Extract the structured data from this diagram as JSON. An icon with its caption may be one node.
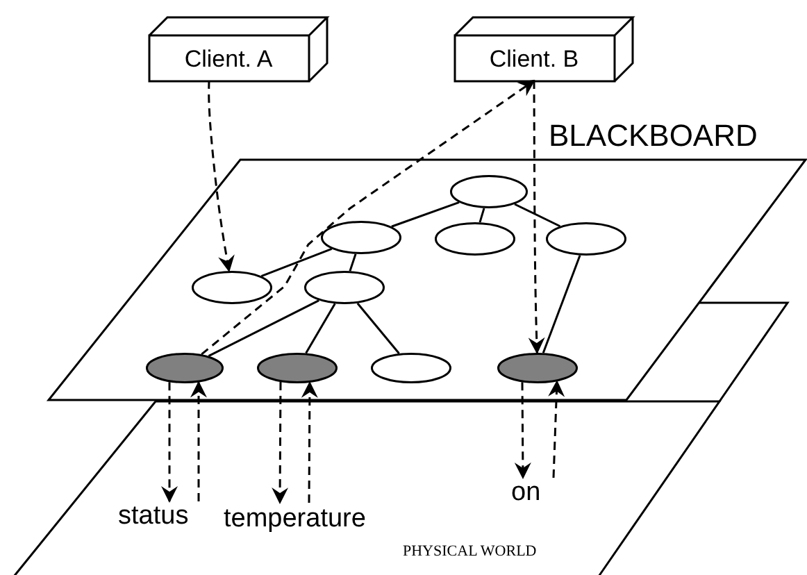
{
  "diagram": {
    "nodes": [
      {
        "text": [
          "Client. A"
        ]
      },
      {
        "text": [
          "Client. B"
        ]
      },
      {
        "text": [
          "BLACKBOARD"
        ]
      },
      {
        "text": [
          "PHYSICAL WORLD"
        ]
      },
      {
        "text": [],
        "shape": "ellipse",
        "in": 2
      },
      {
        "text": [],
        "shape": "ellipse",
        "in": 2
      },
      {
        "text": [],
        "shape": "ellipse",
        "in": 2
      },
      {
        "text": [],
        "shape": "ellipse",
        "in": 2
      },
      {
        "text": [],
        "shape": "ellipse",
        "in": 2
      },
      {
        "text": [],
        "shape": "ellipse",
        "in": 2
      },
      {
        "text": [],
        "shape": "ellipse",
        "in": 2
      },
      {
        "text": [],
        "shape": "ellipse",
        "in": 2
      },
      {
        "text": [],
        "shape": "ellipse",
        "in": 2
      },
      {
        "text": [],
        "shape": "ellipse",
        "in": 2
      },
      {
        "text": [
          "status"
        ],
        "in": 3
      },
      {
        "text": [
          "temperature"
        ],
        "in": 3
      },
      {
        "text": [
          "on"
        ],
        "in": 3
      }
    ],
    "edges": [
      {
        "from": 4,
        "to": 5,
        "arrow": "none"
      },
      {
        "from": 4,
        "to": 6,
        "arrow": "none"
      },
      {
        "from": 4,
        "to": 7,
        "arrow": "none"
      },
      {
        "from": 5,
        "to": 8,
        "arrow": "none"
      },
      {
        "from": 5,
        "to": 9,
        "arrow": "none"
      },
      {
        "from": 9,
        "to": 10,
        "arrow": "none"
      },
      {
        "from": 9,
        "to": 11,
        "arrow": "none"
      },
      {
        "from": 9,
        "to": 12,
        "arrow": "none"
      },
      {
        "from": 7,
        "to": 13,
        "arrow": "none"
      },
      {
        "from": 0,
        "to": 8,
        "arrow": "to",
        "style": "dashed"
      },
      {
        "from": 10,
        "to": 1,
        "arrow": "to",
        "style": "dashed"
      },
      {
        "from": 1,
        "to": 13,
        "arrow": "to",
        "style": "dashed"
      },
      {
        "from": 10,
        "to": 14,
        "arrow": "to",
        "style": "dashed"
      },
      {
        "from": 14,
        "to": 10,
        "arrow": "to",
        "style": "dashed"
      },
      {
        "from": 11,
        "to": 15,
        "arrow": "to",
        "style": "dashed"
      },
      {
        "from": 15,
        "to": 11,
        "arrow": "to",
        "style": "dashed"
      },
      {
        "from": 13,
        "to": 16,
        "arrow": "to",
        "style": "dashed"
      },
      {
        "from": 16,
        "to": 13,
        "arrow": "to",
        "style": "dashed"
      }
    ]
  }
}
